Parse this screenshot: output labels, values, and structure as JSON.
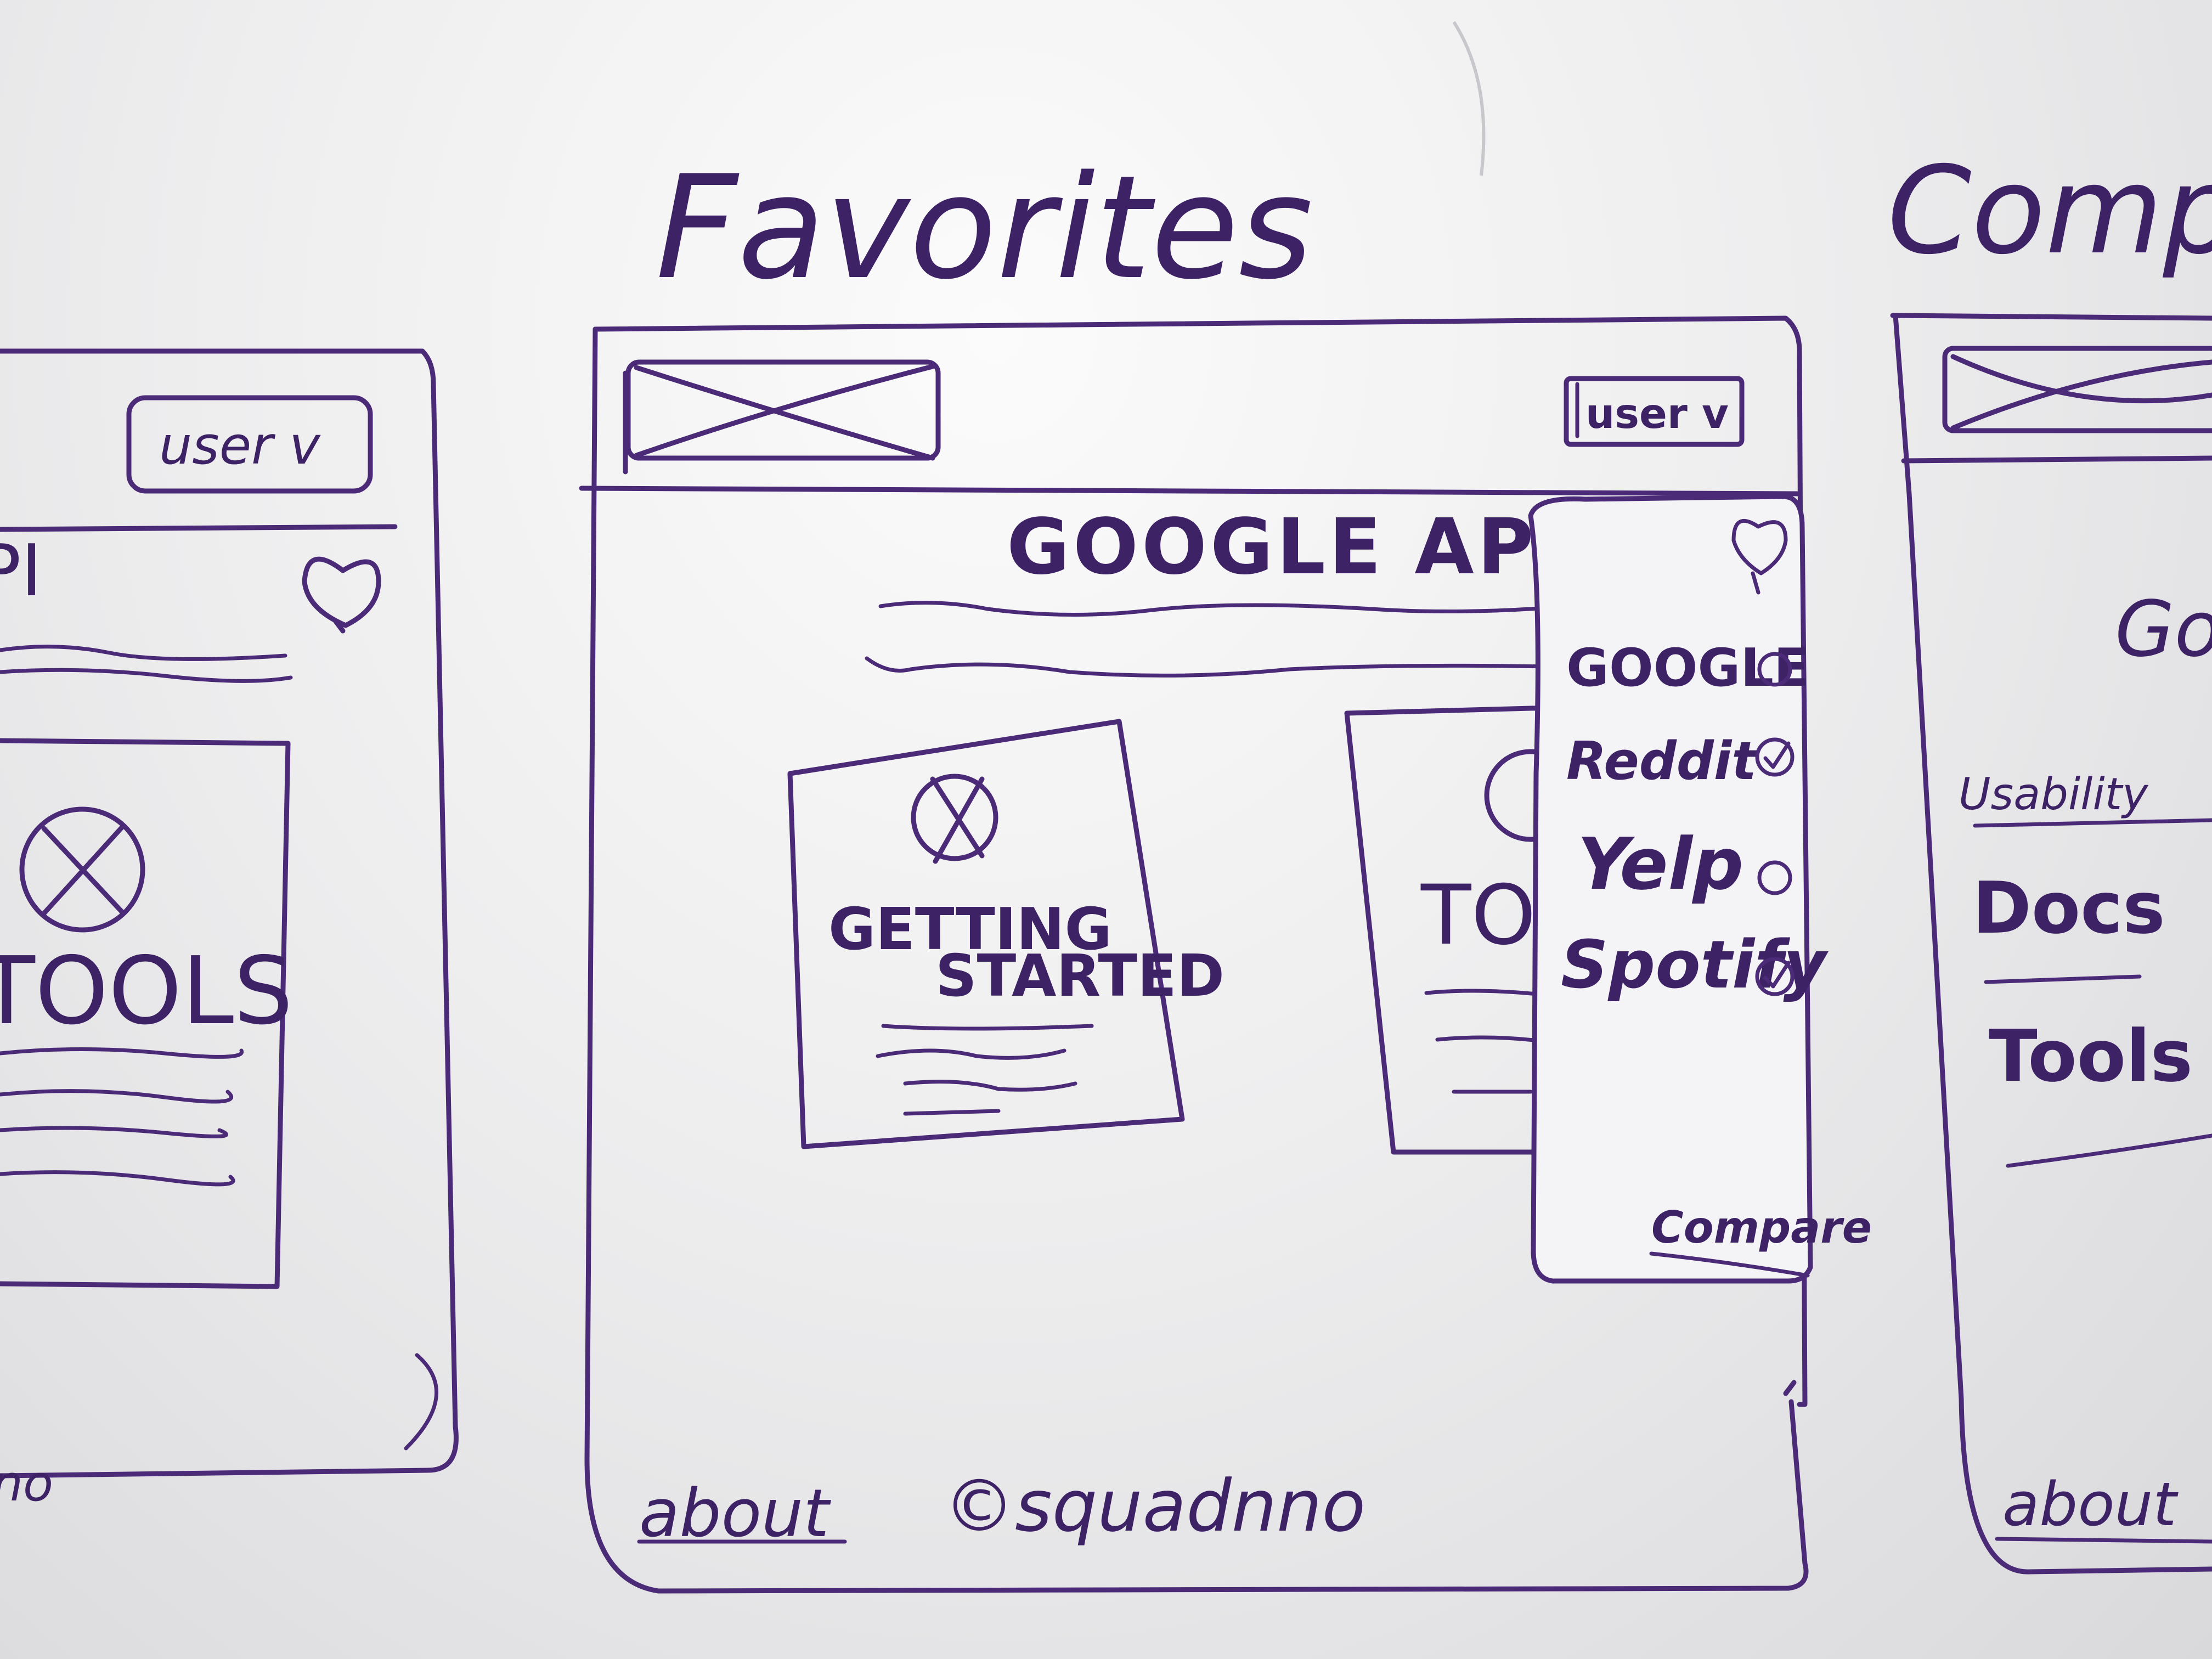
{
  "board": {
    "ink_color": "#4b2a78",
    "background": "#ececee"
  },
  "left_frame": {
    "user_button": "user v",
    "title_fragment": "PI",
    "card_label": "TOOLS",
    "footer_fragment": "no"
  },
  "center_frame": {
    "heading": "Favorites",
    "user_button": "user v",
    "api_title": "GOOGLE API",
    "card1_label_line1": "GETTING",
    "card1_label_line2": "STARTED",
    "card2_label": "TO",
    "favorites_panel": {
      "items": [
        {
          "label": "GOOGLE",
          "checked": false
        },
        {
          "label": "Reddit",
          "checked": true
        },
        {
          "label": "Yelp",
          "checked": false
        },
        {
          "label": "Spotify",
          "checked": true
        }
      ],
      "compare_link": "Compare"
    },
    "footer": {
      "about_link": "about",
      "copyright": "©squadnno"
    }
  },
  "right_frame": {
    "heading_fragment": "Comparis",
    "title_fragment": "Go",
    "usability_label": "Usability",
    "docs_label": "Docs",
    "tools_label": "Tools",
    "footer_about": "about"
  }
}
